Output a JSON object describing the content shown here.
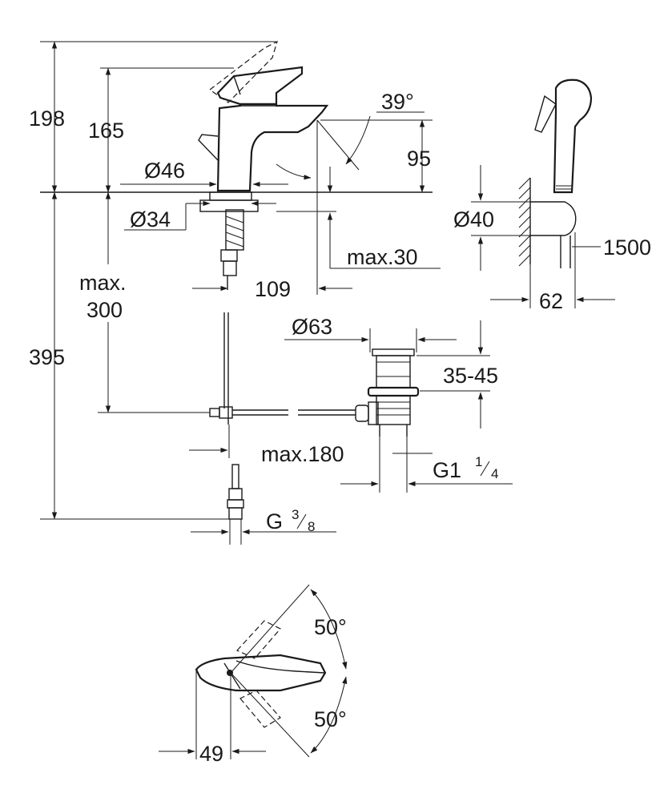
{
  "dimensions": {
    "total_height": "198",
    "lever_height": "165",
    "spout_height": "95",
    "spout_angle": "39°",
    "base_diameter": "Ø46",
    "hole_diameter": "Ø34",
    "deck_thickness": "max.30",
    "spout_reach": "109",
    "hose_length_max": "max.",
    "hose_length_value": "300",
    "below_deck": "395",
    "waste_diameter": "Ø63",
    "waste_range": "35-45",
    "pull_rod": "max.180",
    "waste_thread": "G1",
    "waste_thread_frac_num": "1",
    "waste_thread_frac_den": "4",
    "connection_thread": "G",
    "connection_frac_num": "3",
    "connection_frac_den": "8",
    "holder_diameter": "Ø40",
    "shower_hose": "1500",
    "holder_projection": "62",
    "rotate_left": "50°",
    "rotate_right": "50°",
    "lever_offset": "49"
  }
}
